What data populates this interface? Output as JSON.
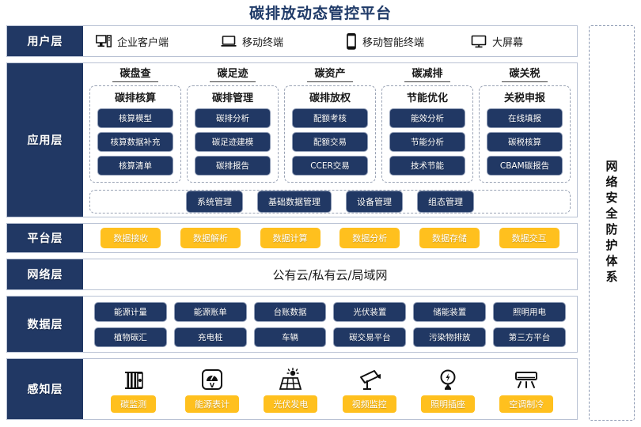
{
  "page": {
    "title": "碳排放动态管控平台",
    "colors": {
      "navy": "#213864",
      "yellow": "#ffc01e",
      "title": "#1f3a68",
      "dashed_border": "#9aa3b5"
    }
  },
  "security_band": {
    "label": "网络安全防护体系"
  },
  "layers": {
    "user": {
      "label": "用户层",
      "items": [
        {
          "icon": "desktop-tower-icon",
          "label": "企业客户端"
        },
        {
          "icon": "laptop-icon",
          "label": "移动终端"
        },
        {
          "icon": "smartphone-icon",
          "label": "移动智能终端"
        },
        {
          "icon": "monitor-icon",
          "label": "大屏幕"
        }
      ]
    },
    "application": {
      "label": "应用层",
      "groups": [
        {
          "title": "碳盘查",
          "subtitle": "碳排核算",
          "items": [
            "核算模型",
            "核算数据补充",
            "核算清单"
          ]
        },
        {
          "title": "碳足迹",
          "subtitle": "碳排管理",
          "items": [
            "碳排分析",
            "碳足迹建模",
            "碳排报告"
          ]
        },
        {
          "title": "碳资产",
          "subtitle": "碳排放权",
          "items": [
            "配额考核",
            "配额交易",
            "CCER交易"
          ]
        },
        {
          "title": "碳减排",
          "subtitle": "节能优化",
          "items": [
            "能效分析",
            "节能分析",
            "技术节能"
          ]
        },
        {
          "title": "碳关税",
          "subtitle": "关税申报",
          "items": [
            "在线填报",
            "碳税核算",
            "CBAM碳报告"
          ]
        }
      ],
      "management": [
        "系统管理",
        "基础数据管理",
        "设备管理",
        "组态管理"
      ]
    },
    "platform": {
      "label": "平台层",
      "items": [
        "数据接收",
        "数据解析",
        "数据计算",
        "数据分析",
        "数据存储",
        "数据交互"
      ]
    },
    "network": {
      "label": "网络层",
      "text": "公有云/私有云/局域网"
    },
    "data": {
      "label": "数据层",
      "rows": [
        [
          "能源计量",
          "能源账单",
          "台账数据",
          "光伏装置",
          "储能装置",
          "照明用电"
        ],
        [
          "植物碳汇",
          "充电桩",
          "车辆",
          "碳交易平台",
          "污染物排放",
          "第三方平台"
        ]
      ]
    },
    "perception": {
      "label": "感知层",
      "items": [
        {
          "icon": "carbon-sensor-icon",
          "label": "碳监测"
        },
        {
          "icon": "energy-meter-icon",
          "label": "能源表计"
        },
        {
          "icon": "solar-panel-icon",
          "label": "光伏发电"
        },
        {
          "icon": "cctv-camera-icon",
          "label": "视频监控"
        },
        {
          "icon": "light-bulb-icon",
          "label": "照明插座"
        },
        {
          "icon": "air-conditioner-icon",
          "label": "空调制冷"
        }
      ]
    }
  }
}
